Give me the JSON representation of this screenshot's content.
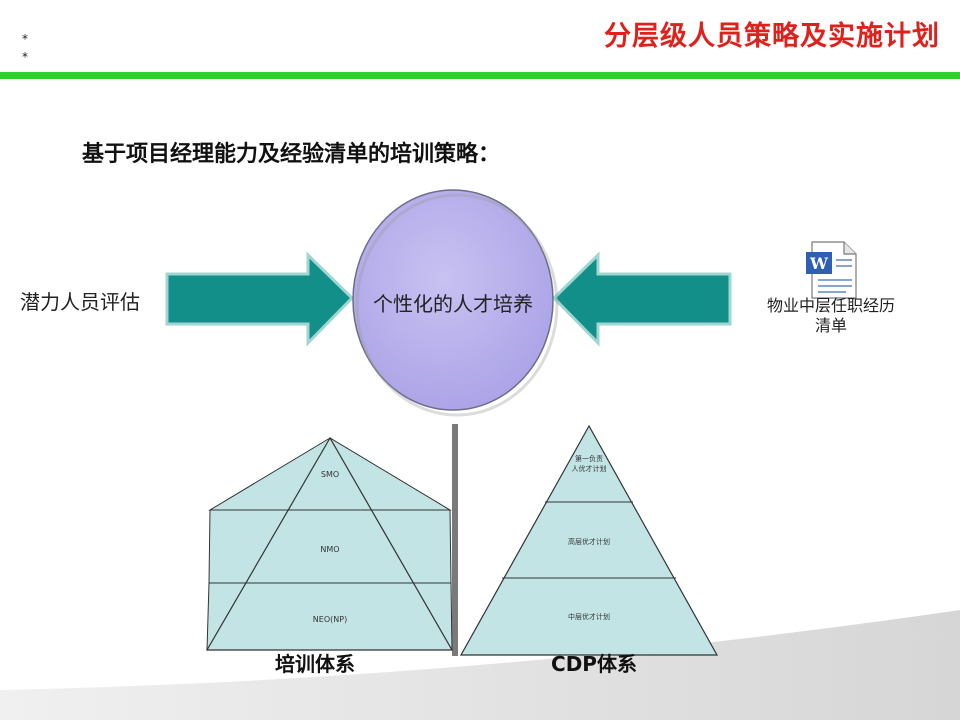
{
  "header": {
    "marks": [
      "*",
      "*"
    ],
    "title": "分层级人员策略及实施计划",
    "title_color": "#e0201b",
    "rule_color": "#2fd12b"
  },
  "heading": "基于项目经理能力及经验清单的培训策略：",
  "diagram": {
    "left_input": "潜力人员评估",
    "center": "个性化的人才培养",
    "right_input": "物业中层任职经历清单",
    "right_input_lines": [
      "物业中层任职经历",
      "清单"
    ],
    "arrow_color": "#138f8a",
    "circle_color": "#b9b3ec",
    "pyramid_color": "#c2e4e4"
  },
  "pyramids": {
    "training": {
      "label": "培训体系",
      "levels": [
        "SMO",
        "NMO",
        "NEO(NP)"
      ]
    },
    "cdp": {
      "label": "CDP体系",
      "levels": [
        "第一负责人优才计划",
        "高层优才计划",
        "中层优才计划"
      ],
      "top_lines": [
        "第一负责",
        "人优才计划"
      ]
    }
  },
  "icons": {
    "document": "word-document-icon"
  }
}
